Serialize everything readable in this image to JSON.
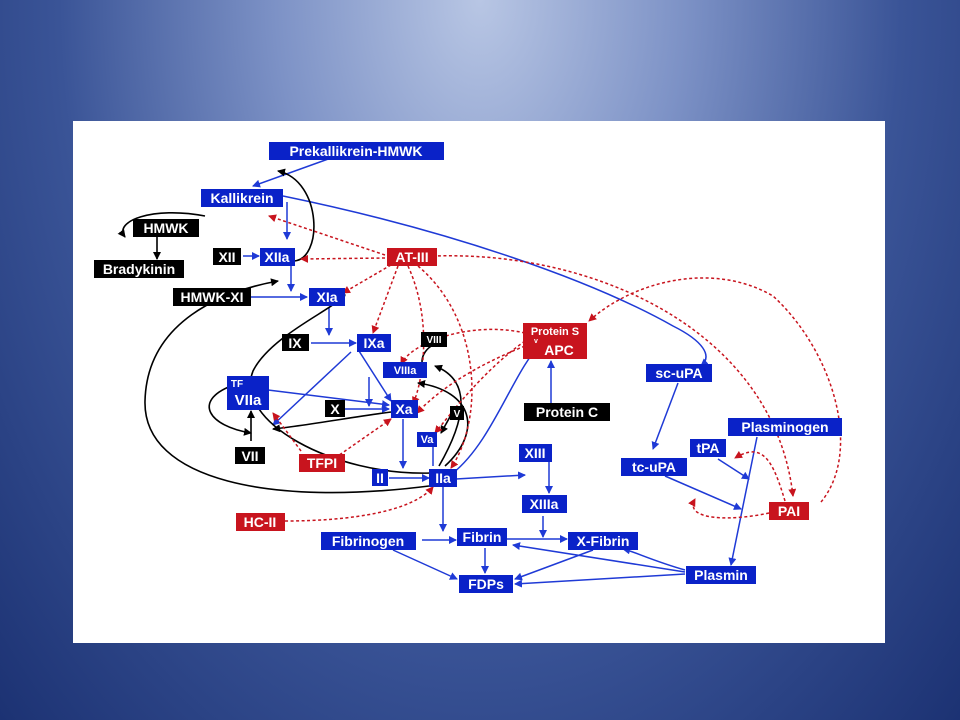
{
  "colors": {
    "blue": "#0a22c8",
    "black": "#000000",
    "red": "#c8141e",
    "edge_blue": "#1f3ad6",
    "edge_black": "#000000",
    "edge_red": "#c8141e"
  },
  "nodes": {
    "prekallikrein_hmwk": "Prekallikrein-HMWK",
    "kallikrein": "Kallikrein",
    "hmwk": "HMWK",
    "xii": "XII",
    "xiia": "XIIa",
    "bradykinin": "Bradykinin",
    "at_iii": "AT-III",
    "hmwk_xi": "HMWK-XI",
    "xia": "XIa",
    "ix": "IX",
    "ixa": "IXa",
    "viii": "VIII",
    "viiia": "VIIIa",
    "protein_s": "Protein S",
    "apc": "APC",
    "tf": "TF",
    "viia": "VIIa",
    "x": "X",
    "xa": "Xa",
    "v": "V",
    "va": "Va",
    "protein_c": "Protein C",
    "sc_upa": "sc-uPA",
    "vii": "VII",
    "tfpi": "TFPI",
    "xiii": "XIII",
    "plasminogen": "Plasminogen",
    "tpa": "tPA",
    "tc_upa": "tc-uPA",
    "ii": "II",
    "iia": "IIa",
    "xiiia": "XIIIa",
    "pai": "PAI",
    "hc_ii": "HC-II",
    "fibrinogen": "Fibrinogen",
    "fibrin": "Fibrin",
    "x_fibrin": "X-Fibrin",
    "plasmin": "Plasmin",
    "fdps": "FDPs"
  }
}
